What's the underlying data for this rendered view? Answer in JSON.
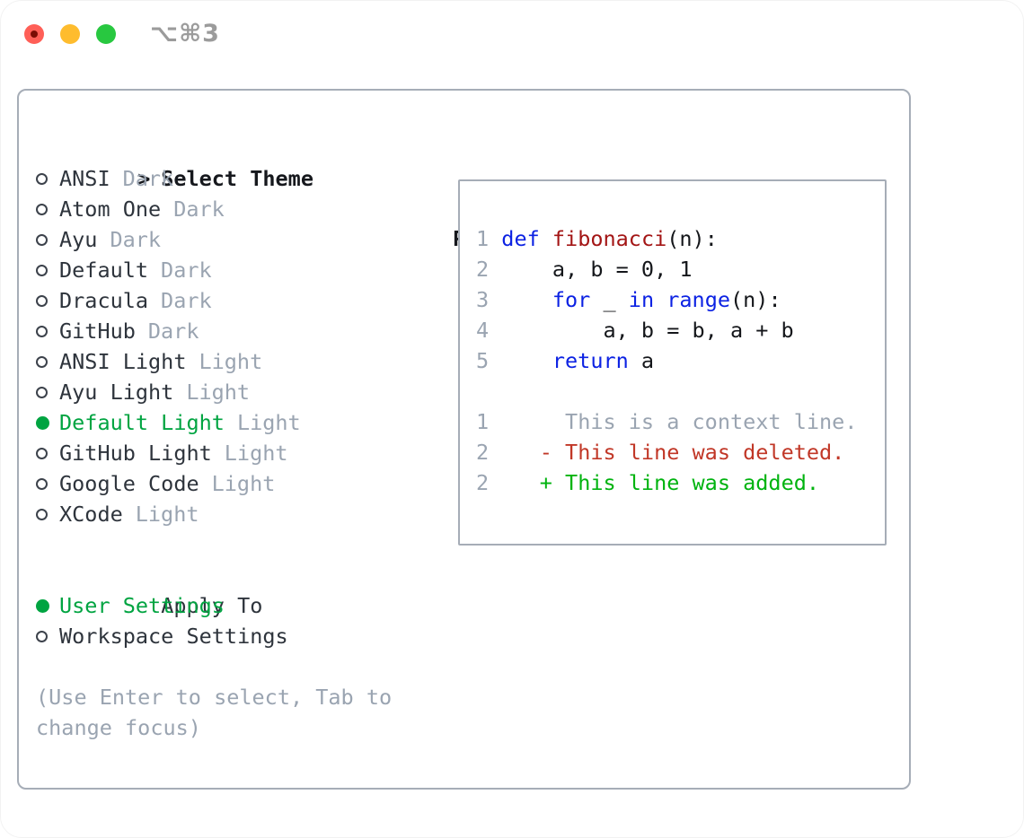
{
  "window": {
    "title": "⌥⌘3"
  },
  "titlebar": {
    "buttons": [
      "close",
      "minimize",
      "zoom"
    ]
  },
  "theme_picker": {
    "prompt": ">",
    "title": "Select Theme",
    "items": [
      {
        "name": "ANSI",
        "variant": "Dark",
        "selected": false
      },
      {
        "name": "Atom One",
        "variant": "Dark",
        "selected": false
      },
      {
        "name": "Ayu",
        "variant": "Dark",
        "selected": false
      },
      {
        "name": "Default",
        "variant": "Dark",
        "selected": false
      },
      {
        "name": "Dracula",
        "variant": "Dark",
        "selected": false
      },
      {
        "name": "GitHub",
        "variant": "Dark",
        "selected": false
      },
      {
        "name": "ANSI Light",
        "variant": "Light",
        "selected": false
      },
      {
        "name": "Ayu Light",
        "variant": "Light",
        "selected": false
      },
      {
        "name": "Default Light",
        "variant": "Light",
        "selected": true
      },
      {
        "name": "GitHub Light",
        "variant": "Light",
        "selected": false
      },
      {
        "name": "Google Code",
        "variant": "Light",
        "selected": false
      },
      {
        "name": "XCode",
        "variant": "Light",
        "selected": false
      }
    ],
    "apply_to": {
      "title": "Apply To",
      "options": [
        {
          "name": "User Settings",
          "selected": true
        },
        {
          "name": "Workspace Settings",
          "selected": false
        }
      ]
    },
    "hint": "(Use Enter to select, Tab to change focus)"
  },
  "preview": {
    "title": "Preview",
    "lines": [
      {
        "segments": [
          {
            "t": "1 ",
            "c": "num"
          },
          {
            "t": "def",
            "c": "kw"
          },
          {
            "t": " ",
            "c": "pl"
          },
          {
            "t": "fibonacci",
            "c": "fn"
          },
          {
            "t": "(n):",
            "c": "pl"
          }
        ]
      },
      {
        "segments": [
          {
            "t": "2 ",
            "c": "num"
          },
          {
            "t": "    a, b = 0, 1",
            "c": "pl"
          }
        ]
      },
      {
        "segments": [
          {
            "t": "3 ",
            "c": "num"
          },
          {
            "t": "    ",
            "c": "pl"
          },
          {
            "t": "for",
            "c": "kw"
          },
          {
            "t": " _ ",
            "c": "pl"
          },
          {
            "t": "in",
            "c": "kw"
          },
          {
            "t": " ",
            "c": "pl"
          },
          {
            "t": "range",
            "c": "kw"
          },
          {
            "t": "(n):",
            "c": "pl"
          }
        ]
      },
      {
        "segments": [
          {
            "t": "4 ",
            "c": "num"
          },
          {
            "t": "        a, b = b, a + b",
            "c": "pl"
          }
        ]
      },
      {
        "segments": [
          {
            "t": "5 ",
            "c": "num"
          },
          {
            "t": "    ",
            "c": "pl"
          },
          {
            "t": "return",
            "c": "kw"
          },
          {
            "t": " a",
            "c": "pl"
          }
        ]
      },
      {
        "segments": []
      },
      {
        "segments": [
          {
            "t": "1",
            "c": "num"
          },
          {
            "t": "      This is a context line.",
            "c": "ctx"
          }
        ]
      },
      {
        "segments": [
          {
            "t": "2",
            "c": "num"
          },
          {
            "t": "    ",
            "c": "pl"
          },
          {
            "t": "- This line was deleted.",
            "c": "del"
          }
        ]
      },
      {
        "segments": [
          {
            "t": "2",
            "c": "num"
          },
          {
            "t": "    ",
            "c": "pl"
          },
          {
            "t": "+ This line was added.",
            "c": "add"
          }
        ]
      }
    ]
  },
  "colors": {
    "ink": "#16181d",
    "text": "#2e343c",
    "plain": "#14161a",
    "gray": "#9aa4b1",
    "green": "#00a441",
    "kw": "#0c22e3",
    "fn": "#a31515",
    "del": "#c13727",
    "add": "#00b30f",
    "border": "#a6adb7",
    "title_gray": "#9b9b9b",
    "tl_red": "#ff5f57",
    "tl_red_dot": "#7b0d05",
    "tl_yellow": "#febc2e",
    "tl_green": "#28c840"
  }
}
